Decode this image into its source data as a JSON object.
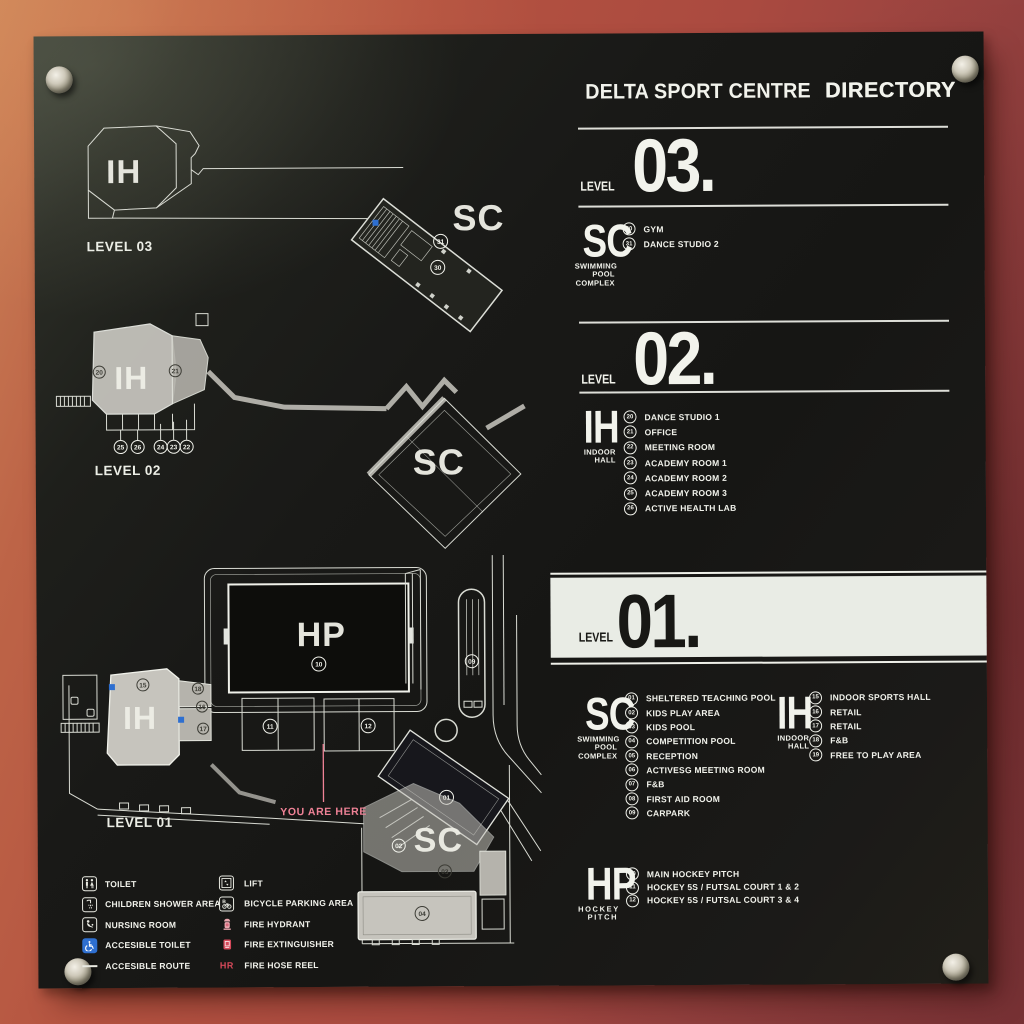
{
  "title": {
    "main": "DELTA SPORT CENTRE",
    "emphasis": "DIRECTORY"
  },
  "directory": {
    "l3": {
      "level_label": "LEVEL",
      "level_number": "03.",
      "sc": {
        "code": "SC",
        "name_lines": [
          "SWIMMING",
          "POOL",
          "COMPLEX"
        ],
        "items": [
          {
            "num": "30",
            "label": "GYM"
          },
          {
            "num": "31",
            "label": "DANCE STUDIO 2"
          }
        ]
      }
    },
    "l2": {
      "level_label": "LEVEL",
      "level_number": "02.",
      "ih": {
        "code": "IH",
        "name_lines": [
          "INDOOR",
          "HALL"
        ],
        "items": [
          {
            "num": "20",
            "label": "DANCE STUDIO 1"
          },
          {
            "num": "21",
            "label": "OFFICE"
          },
          {
            "num": "22",
            "label": "MEETING ROOM"
          },
          {
            "num": "23",
            "label": "ACADEMY ROOM 1"
          },
          {
            "num": "24",
            "label": "ACADEMY ROOM 2"
          },
          {
            "num": "25",
            "label": "ACADEMY ROOM 3"
          },
          {
            "num": "26",
            "label": "ACTIVE HEALTH LAB"
          }
        ]
      }
    },
    "l1": {
      "level_label": "LEVEL",
      "level_number": "01.",
      "sc": {
        "code": "SC",
        "name_lines": [
          "SWIMMING",
          "POOL",
          "COMPLEX"
        ],
        "items": [
          {
            "num": "01",
            "label": "SHELTERED TEACHING POOL"
          },
          {
            "num": "02",
            "label": "KIDS PLAY AREA"
          },
          {
            "num": "03",
            "label": "KIDS POOL"
          },
          {
            "num": "04",
            "label": "COMPETITION POOL"
          },
          {
            "num": "05",
            "label": "RECEPTION"
          },
          {
            "num": "06",
            "label": "ACTIVESG MEETING ROOM"
          },
          {
            "num": "07",
            "label": "F&B"
          },
          {
            "num": "08",
            "label": "FIRST AID ROOM"
          },
          {
            "num": "09",
            "label": "CARPARK"
          }
        ]
      },
      "ih": {
        "code": "IH",
        "name_lines": [
          "INDOOR",
          "HALL"
        ],
        "items": [
          {
            "num": "15",
            "label": "INDOOR SPORTS HALL"
          },
          {
            "num": "16",
            "label": "RETAIL"
          },
          {
            "num": "17",
            "label": "RETAIL"
          },
          {
            "num": "18",
            "label": "F&B"
          },
          {
            "num": "19",
            "label": "FREE TO PLAY AREA"
          }
        ]
      },
      "hp": {
        "code": "HP",
        "name_lines": [
          "HOCKEY",
          "PITCH"
        ],
        "items": [
          {
            "num": "10",
            "label": "MAIN HOCKEY PITCH"
          },
          {
            "num": "11",
            "label": "HOCKEY 5S / FUTSAL COURT 1 & 2"
          },
          {
            "num": "12",
            "label": "HOCKEY 5S / FUTSAL COURT 3 & 4"
          }
        ]
      }
    }
  },
  "plans": {
    "l3": {
      "title": "LEVEL 03",
      "ih": "IH",
      "sc": "SC"
    },
    "l2": {
      "title": "LEVEL 02",
      "ih": "IH",
      "sc": "SC"
    },
    "l1": {
      "title": "LEVEL 01",
      "ih": "IH",
      "sc": "SC",
      "hp": "HP",
      "you_are_here": "YOU ARE HERE"
    }
  },
  "plan_markers": {
    "l3": [
      "31",
      "30"
    ],
    "l2": [
      "20",
      "21",
      "25",
      "26",
      "24",
      "23",
      "22"
    ],
    "l1": [
      "10",
      "11",
      "12",
      "15",
      "16",
      "17",
      "18",
      "09",
      "01",
      "02",
      "03",
      "04"
    ]
  },
  "legend": {
    "left": [
      {
        "icon": "toilet-icon",
        "label": "TOILET"
      },
      {
        "icon": "children-shower-icon",
        "label": "CHILDREN SHOWER AREA"
      },
      {
        "icon": "nursing-room-icon",
        "label": "NURSING ROOM"
      },
      {
        "icon": "accessible-toilet-icon",
        "label": "ACCESIBLE TOILET"
      },
      {
        "icon": "accessible-route-icon",
        "label": "ACCESIBLE ROUTE"
      }
    ],
    "right": [
      {
        "icon": "lift-icon",
        "label": "LIFT"
      },
      {
        "icon": "bicycle-parking-icon",
        "label": "BICYCLE PARKING AREA"
      },
      {
        "icon": "fire-hydrant-icon",
        "label": "FIRE HYDRANT"
      },
      {
        "icon": "fire-extinguisher-icon",
        "label": "FIRE EXTINGUISHER"
      },
      {
        "icon": "fire-hose-reel-icon",
        "icon_text": "HR",
        "label": "FIRE HOSE REEL"
      }
    ]
  },
  "colors": {
    "wall": "#b05540",
    "board": "#1b1b19",
    "text": "#f2f3ec",
    "band": "#e9ece5",
    "accent_pink": "#ef8296",
    "accessible_blue": "#2e6fd0",
    "fire_red": "#d6495a"
  }
}
